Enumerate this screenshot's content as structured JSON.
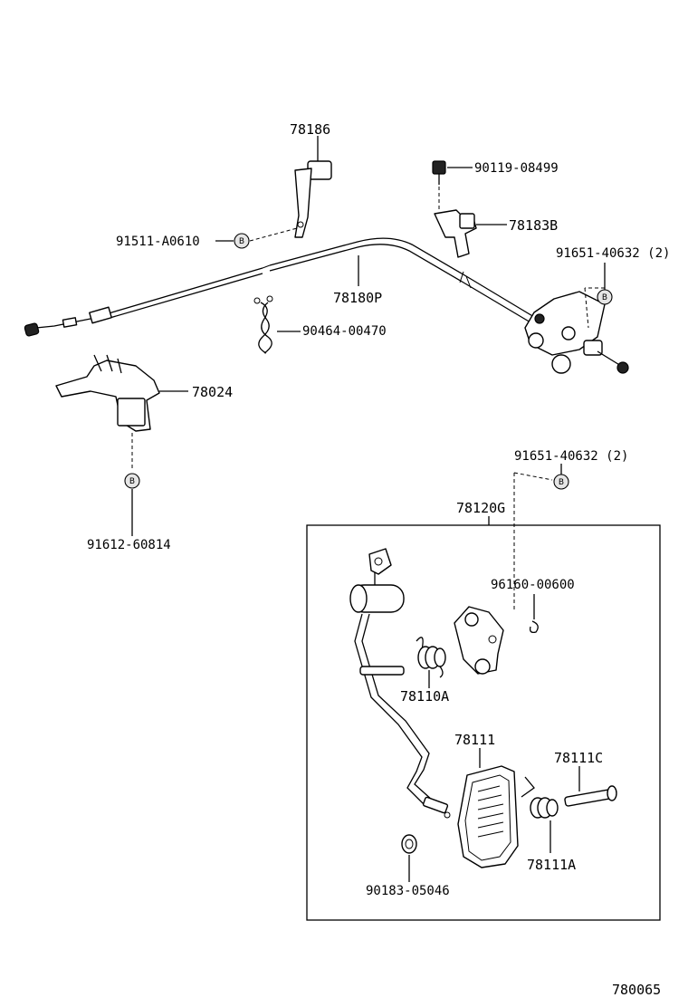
{
  "diagram_id": "780065",
  "bolt_marker": "B",
  "parts": {
    "p78186": "78186",
    "p90119": "90119-08499",
    "p91511": "91511-A0610",
    "p78183B": "78183B",
    "p91651_top": "91651-40632 (2)",
    "p78180P": "78180P",
    "p90464": "90464-00470",
    "p78024": "78024",
    "p91612": "91612-60814",
    "p91651_mid": "91651-40632 (2)",
    "p78120G": "78120G",
    "p96160": "96160-00600",
    "p78110A": "78110A",
    "p78111": "78111",
    "p78111C": "78111C",
    "p78111A": "78111A",
    "p90183": "90183-05046"
  }
}
